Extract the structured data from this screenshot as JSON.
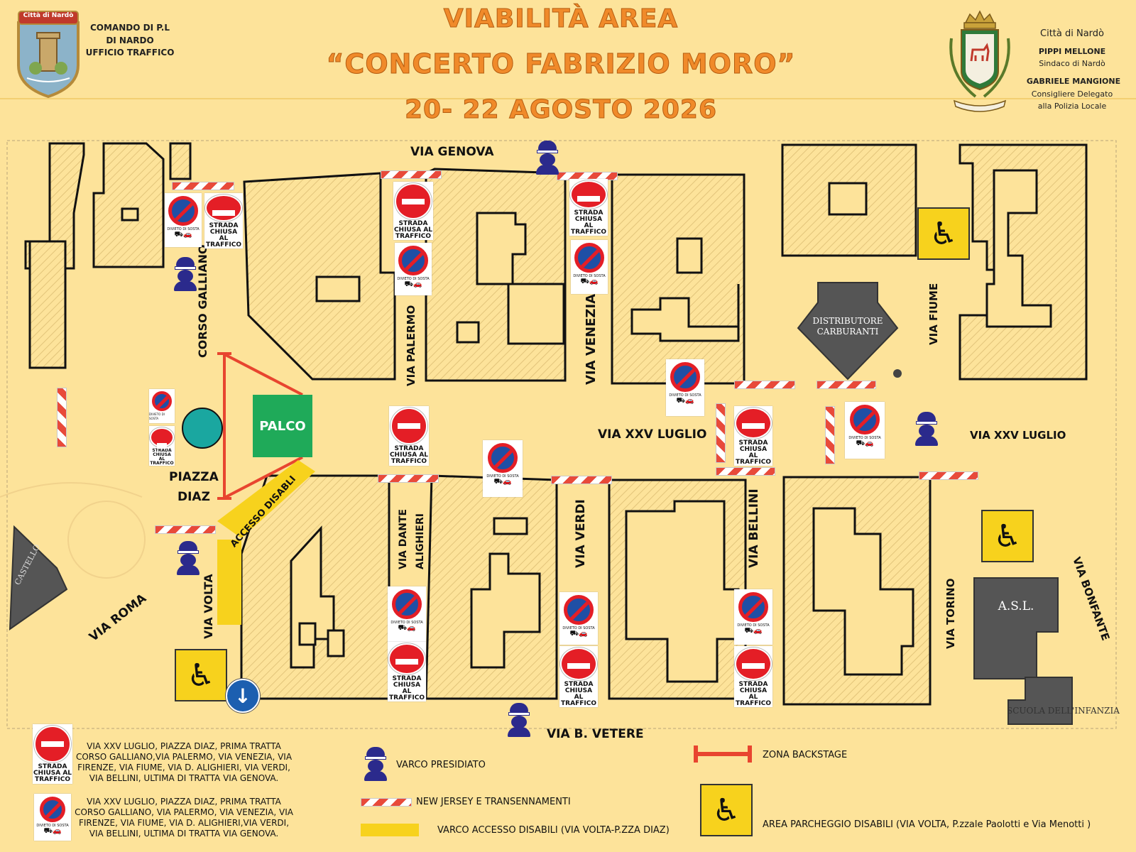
{
  "header": {
    "title_line1": "VIABILITÀ  AREA",
    "title_line2": "“CONCERTO FABRIZIO MORO”",
    "title_line3": "20- 22 AGOSTO 2026",
    "left_badge": "Città di Nardò",
    "left_line1": "COMANDO DI P.L",
    "left_line2": "DI NARDO",
    "left_line3": "UFFICIO TRAFFICO",
    "right_city": "Città di Nardò",
    "right_mayor": "PIPPI MELLONE",
    "right_mayor_role": "Sindaco di Nardò",
    "right_councillor": "GABRIELE MANGIONE",
    "right_councillor_role1": "Consigliere Delegato",
    "right_councillor_role2": "alla Polizia Locale"
  },
  "map": {
    "roads": {
      "via_genova": "VIA GENOVA",
      "corso_galliano": "CORSO GALLIANO",
      "via_palermo": "VIA PALERMO",
      "via_venezia": "VIA VENEZIA",
      "via_fiume": "VIA FIUME",
      "via_xxv_luglio_a": "VIA XXV LUGLIO",
      "via_xxv_luglio_b": "VIA XXV LUGLIO",
      "piazza_diaz_1": "PIAZZA",
      "piazza_diaz_2": "DIAZ",
      "accesso_disabili": "ACCESSO DISABLI",
      "via_dante_1": "VIA DANTE",
      "via_dante_2": "ALIGHIERI",
      "via_verdi": "VIA VERDI",
      "via_bellini": "VIA BELLINI",
      "via_torino": "VIA TORINO",
      "via_bonfante": "VIA BONFANTE",
      "via_roma": "VIA ROMA",
      "via_volta": "VIA VOLTA",
      "via_b_vetere": "VIA B. VETERE",
      "castello": "CASTELLO"
    },
    "places": {
      "palco": "PALCO",
      "distributore_1": "DISTRIBUTORE",
      "distributore_2": "CARBURANTI",
      "asl": "A.S.L.",
      "scuola": "SCUOLA DELL'INFANZIA"
    },
    "sign_no_entry_caption": [
      "STRADA",
      "CHIUSA AL",
      "TRAFFICO"
    ],
    "sign_no_parking_caption": "DIVIETO DI SOSTA"
  },
  "legend": {
    "no_entry_caption": [
      "STRADA",
      "CHIUSA AL",
      "TRAFFICO"
    ],
    "no_entry_text": "VIA XXV LUGLIO, PIAZZA DIAZ, PRIMA TRATTA CORSO GALLIANO,VIA PALERMO, VIA VENEZIA, VIA FIRENZE, VIA FIUME, VIA D. ALIGHIERI, VIA VERDI, VIA BELLINI, ULTIMA DI TRATTA VIA GENOVA.",
    "no_parking_text": "VIA XXV LUGLIO, PIAZZA DIAZ, PRIMA TRATTA CORSO GALLIANO, VIA PALERMO, VIA VENEZIA, VIA FIRENZE, VIA FIUME, VIA D. ALIGHIERI,VIA VERDI, VIA BELLINI, ULTIMA DI TRATTA VIA GENOVA.",
    "varco_presidiato": "VARCO PRESIDIATO",
    "new_jersey": "NEW JERSEY E TRANSENNAMENTI",
    "varco_disabili": "VARCO ACCESSO DISABILI (VIA VOLTA-P.ZZA DIAZ)",
    "zona_backstage": "ZONA BACKSTAGE",
    "area_parcheggio": "AREA PARCHEGGIO DISABILI (VIA VOLTA, P.zzale Paolotti e Via Menotti )"
  },
  "colors": {
    "background": "#fde39a",
    "title_orange": "#f08a2a",
    "palco_green": "#1faa59",
    "roundabout_teal": "#1aa7a0",
    "barrier_red": "#e84a3a",
    "police_blue": "#2b2a8c",
    "disabled_yellow": "#f7d21d",
    "backstage_red": "#e8452f",
    "building_gray": "#555555"
  },
  "icons": [
    "no-entry-icon",
    "no-parking-icon",
    "police-officer-icon",
    "wheelchair-icon",
    "barrier-icon",
    "arrow-down-icon"
  ]
}
